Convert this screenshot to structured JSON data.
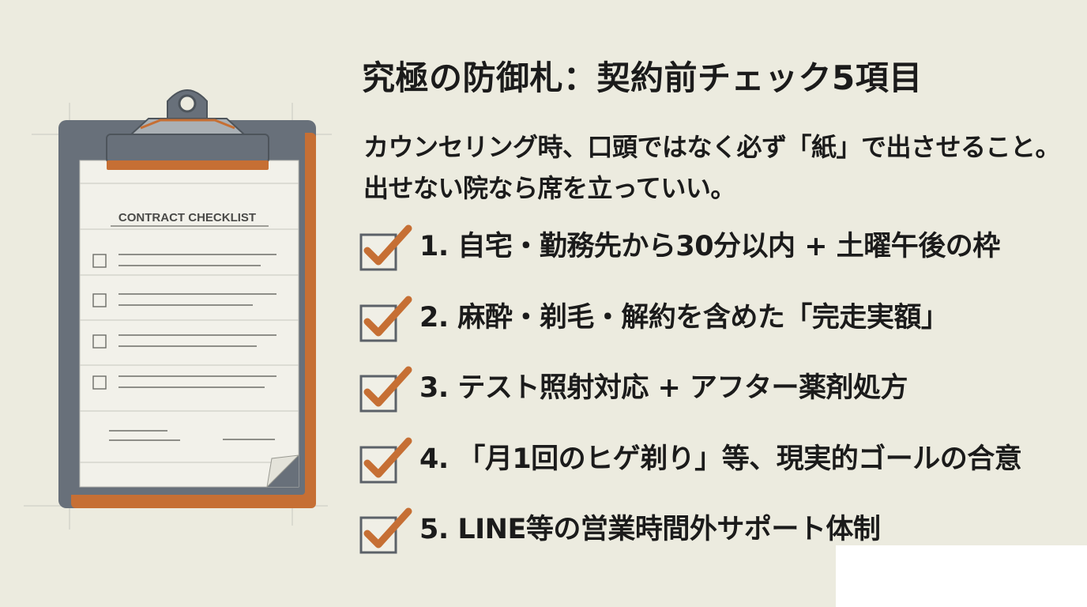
{
  "title": "究極の防御札：契約前チェック5項目",
  "subtitle": {
    "line1": "カウンセリング時、口頭ではなく必ず「紙」で出させること。",
    "line2": "出せない院なら席を立っていい。"
  },
  "clipboard": {
    "paper_heading": "CONTRACT CHECKLIST"
  },
  "checklist": [
    {
      "text": "1. 自宅・勤務先から30分以内 + 土曜午後の枠",
      "checked": true
    },
    {
      "text": "2. 麻酔・剃毛・解約を含めた「完走実額」",
      "checked": true
    },
    {
      "text": "3. テスト照射対応 + アフター薬剤処方",
      "checked": true
    },
    {
      "text": "4. 「月1回のヒゲ剃り」等、現実的ゴールの合意",
      "checked": true
    },
    {
      "text": "5. LINE等の営業時間外サポート体制",
      "checked": true
    }
  ],
  "icons": {
    "check": "check-box-icon",
    "clipboard": "clipboard-icon"
  },
  "colors": {
    "background": "#ecebdf",
    "accent_orange": "#c66f34",
    "frame_gray": "#68707a",
    "text": "#1b1b1b"
  }
}
